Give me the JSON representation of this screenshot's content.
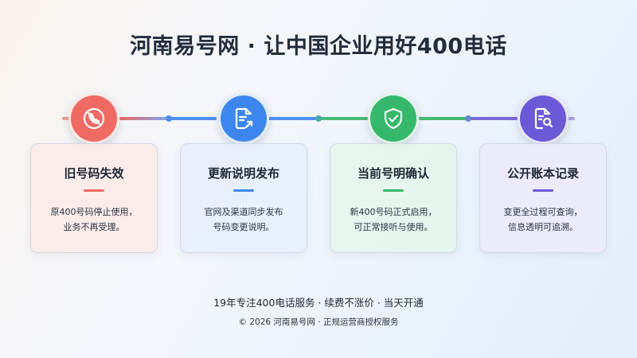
{
  "header": {
    "title": "河南易号网 · 让中国企业用好400电话"
  },
  "steps": [
    {
      "title": "旧号码失效",
      "desc": [
        "原400号码停止使用，",
        "业务不再受理。"
      ],
      "icon": "no-phone-icon",
      "color": "#ef6a63"
    },
    {
      "title": "更新说明发布",
      "desc": [
        "官网及渠道同步发布",
        "号码变更说明。"
      ],
      "icon": "document-share-icon",
      "color": "#3d86ee"
    },
    {
      "title": "当前号明确认",
      "desc": [
        "新400号码正式启用，",
        "可正常接听与使用。"
      ],
      "icon": "shield-check-icon",
      "color": "#35b86a"
    },
    {
      "title": "公开账本记录",
      "desc": [
        "变更全过程可查询，",
        "信息透明可追溯。"
      ],
      "icon": "document-search-icon",
      "color": "#6b5ad8"
    }
  ],
  "footer": {
    "slogan": "19年专注400电话服务 · 续费不涨价 · 当天开通",
    "copyright": "© 2026 河南易号网 · 正规运营商授权服务"
  }
}
